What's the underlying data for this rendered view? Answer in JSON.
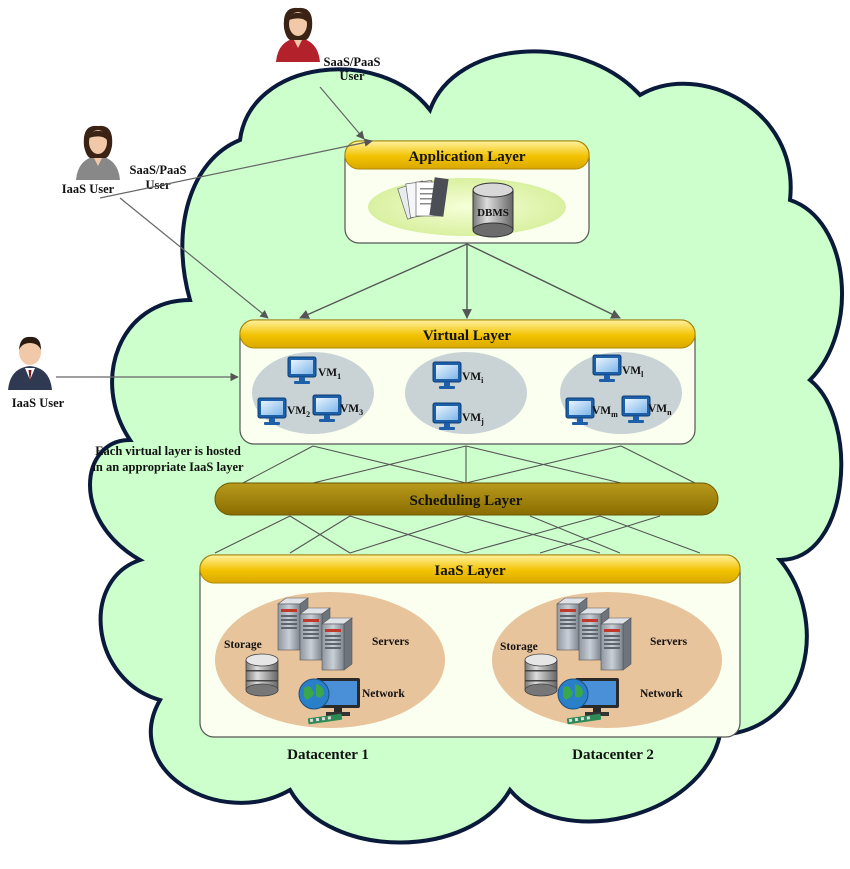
{
  "users": {
    "saas_paas_top_label_line1": "SaaS/PaaS",
    "saas_paas_top_label_line2": "User",
    "saas_paas_mid_label_line1": "SaaS/PaaS",
    "saas_paas_mid_label_line2": "User",
    "iaas_mid_label": "IaaS User",
    "iaas_left_label": "IaaS User"
  },
  "application_layer": {
    "title": "Application Layer",
    "dbms_label": "DBMS"
  },
  "virtual_layer": {
    "title": "Virtual Layer",
    "groups": [
      {
        "vms": [
          {
            "base": "VM",
            "sub": "1"
          },
          {
            "base": "VM",
            "sub": "2"
          },
          {
            "base": "VM",
            "sub": "3"
          }
        ]
      },
      {
        "vms": [
          {
            "base": "VM",
            "sub": "i"
          },
          {
            "base": "VM",
            "sub": "j"
          }
        ]
      },
      {
        "vms": [
          {
            "base": "VM",
            "sub": "l"
          },
          {
            "base": "VM",
            "sub": "m"
          },
          {
            "base": "VM",
            "sub": "n"
          }
        ]
      }
    ],
    "note_line1": "Each virtual layer is hosted",
    "note_line2": "in an appropriate IaaS layer"
  },
  "scheduling_layer": {
    "title": "Scheduling Layer"
  },
  "iaas_layer": {
    "title": "IaaS Layer",
    "datacenters": [
      {
        "name": "Datacenter 1",
        "storage": "Storage",
        "servers": "Servers",
        "network": "Network"
      },
      {
        "name": "Datacenter 2",
        "storage": "Storage",
        "servers": "Servers",
        "network": "Network"
      }
    ]
  },
  "colors": {
    "cloud_fill": "#ccffcc",
    "layer_header": "#f2c200",
    "scheduling": "#a08300",
    "vm_group": "#c9d3d6",
    "datacenter": "#e8c49c",
    "app_ellipse": "#e4f5b0"
  }
}
